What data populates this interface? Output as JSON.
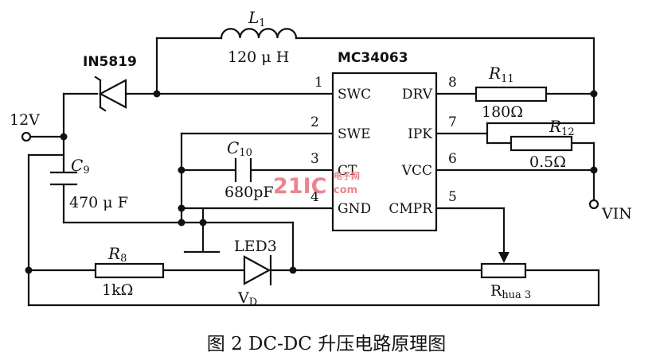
{
  "ic": {
    "name": "MC34063",
    "pins_left": [
      {
        "num": "1",
        "label": "SWC"
      },
      {
        "num": "2",
        "label": "SWE"
      },
      {
        "num": "3",
        "label": "CT"
      },
      {
        "num": "4",
        "label": "GND"
      }
    ],
    "pins_right": [
      {
        "num": "8",
        "label": "DRV"
      },
      {
        "num": "7",
        "label": "IPK"
      },
      {
        "num": "6",
        "label": "VCC"
      },
      {
        "num": "5",
        "label": "CMPR"
      }
    ]
  },
  "components": {
    "inductor": {
      "name": "L",
      "sub": "1",
      "value": "120 μ H"
    },
    "diode": {
      "name": "IN5819"
    },
    "r11": {
      "name": "R",
      "sub": "11",
      "value": "180Ω"
    },
    "r12": {
      "name": "R",
      "sub": "12",
      "value": "0.5Ω"
    },
    "c10": {
      "name": "C",
      "sub": "10",
      "value": "680pF"
    },
    "c9": {
      "name": "C",
      "sub": "9",
      "value": "470 μ F"
    },
    "r8": {
      "name": "R",
      "sub": "8",
      "value": "1kΩ"
    },
    "led": {
      "name": "LED3",
      "ref_name": "V",
      "ref_sub": "D"
    },
    "pot": {
      "name": "R",
      "sub": "hua 3"
    }
  },
  "terminals": {
    "input": "12V",
    "vin": "VIN"
  },
  "caption": "图 2  DC-DC 升压电路原理图",
  "watermark": {
    "brand": "21IC",
    "site_top": "电子网",
    "site_bottom": "com"
  }
}
